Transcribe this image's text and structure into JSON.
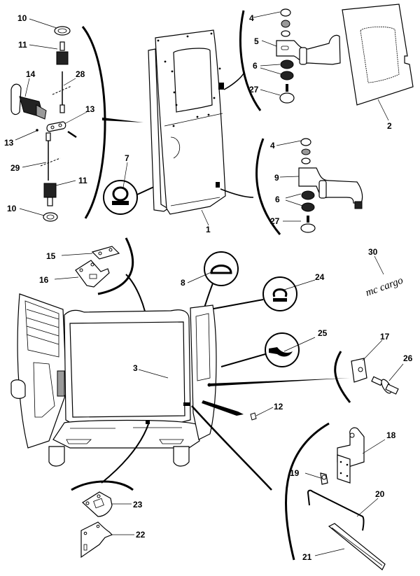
{
  "diagram": {
    "title": "Rear door parts - exploded view",
    "callouts": [
      {
        "id": "1",
        "part": "door-panel-left"
      },
      {
        "id": "2",
        "part": "door-trim-panel"
      },
      {
        "id": "3",
        "part": "rear-opening-frame"
      },
      {
        "id": "4",
        "part": "cap-nut"
      },
      {
        "id": "5",
        "part": "upper-hinge"
      },
      {
        "id": "6",
        "part": "hinge-washers"
      },
      {
        "id": "7",
        "part": "door-seal-profile"
      },
      {
        "id": "8",
        "part": "upper-seal-profile"
      },
      {
        "id": "9",
        "part": "lower-hinge"
      },
      {
        "id": "10",
        "part": "grommet"
      },
      {
        "id": "11",
        "part": "rod-guide"
      },
      {
        "id": "12",
        "part": "clip"
      },
      {
        "id": "13",
        "part": "link-plate-and-screws"
      },
      {
        "id": "14",
        "part": "handle-lock"
      },
      {
        "id": "15",
        "part": "striker-plate-upper"
      },
      {
        "id": "16",
        "part": "striker-upper"
      },
      {
        "id": "17",
        "part": "check-plate"
      },
      {
        "id": "18",
        "part": "check-bracket"
      },
      {
        "id": "19",
        "part": "check-link-pivot"
      },
      {
        "id": "20",
        "part": "check-rod"
      },
      {
        "id": "21",
        "part": "check-strap"
      },
      {
        "id": "22",
        "part": "striker-lower"
      },
      {
        "id": "23",
        "part": "striker-plate-lower"
      },
      {
        "id": "24",
        "part": "side-seal-profile"
      },
      {
        "id": "25",
        "part": "lower-seal-profile"
      },
      {
        "id": "26",
        "part": "stop-pin"
      },
      {
        "id": "27",
        "part": "hinge-bolt"
      },
      {
        "id": "28",
        "part": "upper-rod"
      },
      {
        "id": "29",
        "part": "lower-rod"
      },
      {
        "id": "30",
        "part": "badge"
      }
    ],
    "badge_text": "mc cargo"
  }
}
